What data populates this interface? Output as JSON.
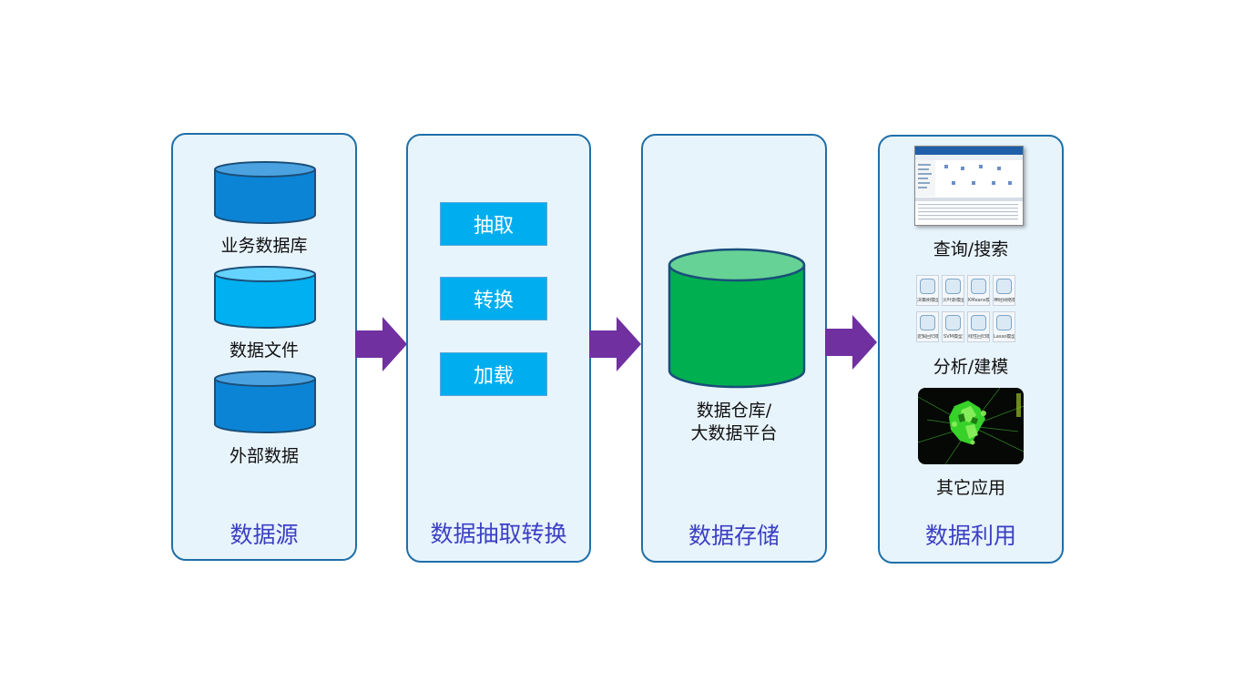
{
  "colors": {
    "panel_fill": "#e8f4fc",
    "panel_border": "#1f6fa8",
    "title_text": "#3b3fc4",
    "arrow": "#7030a0",
    "button": "#00aeef",
    "warehouse": "#00b050"
  },
  "panels": {
    "sources": {
      "title": "数据源",
      "items": [
        {
          "label": "业务数据库",
          "color": "#0c84d6",
          "top_color": "#4aa3e0"
        },
        {
          "label": "数据文件",
          "color": "#00b0f0",
          "top_color": "#66d3ff"
        },
        {
          "label": "外部数据",
          "color": "#0c84d6",
          "top_color": "#4aa3e0"
        }
      ]
    },
    "etl": {
      "title": "数据抽取转换",
      "steps": [
        "抽取",
        "转换",
        "加载"
      ]
    },
    "storage": {
      "title": "数据存储",
      "label_line1": "数据仓库/",
      "label_line2": "大数据平台"
    },
    "usage": {
      "title": "数据利用",
      "apps": [
        {
          "label": "查询/搜索",
          "icon": "query-screenshot-icon"
        },
        {
          "label": "分析/建模",
          "icon": "model-grid-icon"
        },
        {
          "label": "其它应用",
          "icon": "network-visualization-icon"
        }
      ],
      "model_tiles": [
        "决策树模型",
        "贝叶斯模型",
        "KMeans模型",
        "神经网络模型",
        "逻辑回归模型",
        "SVM模型",
        "线性回归模型",
        "Lasso模型"
      ]
    }
  }
}
